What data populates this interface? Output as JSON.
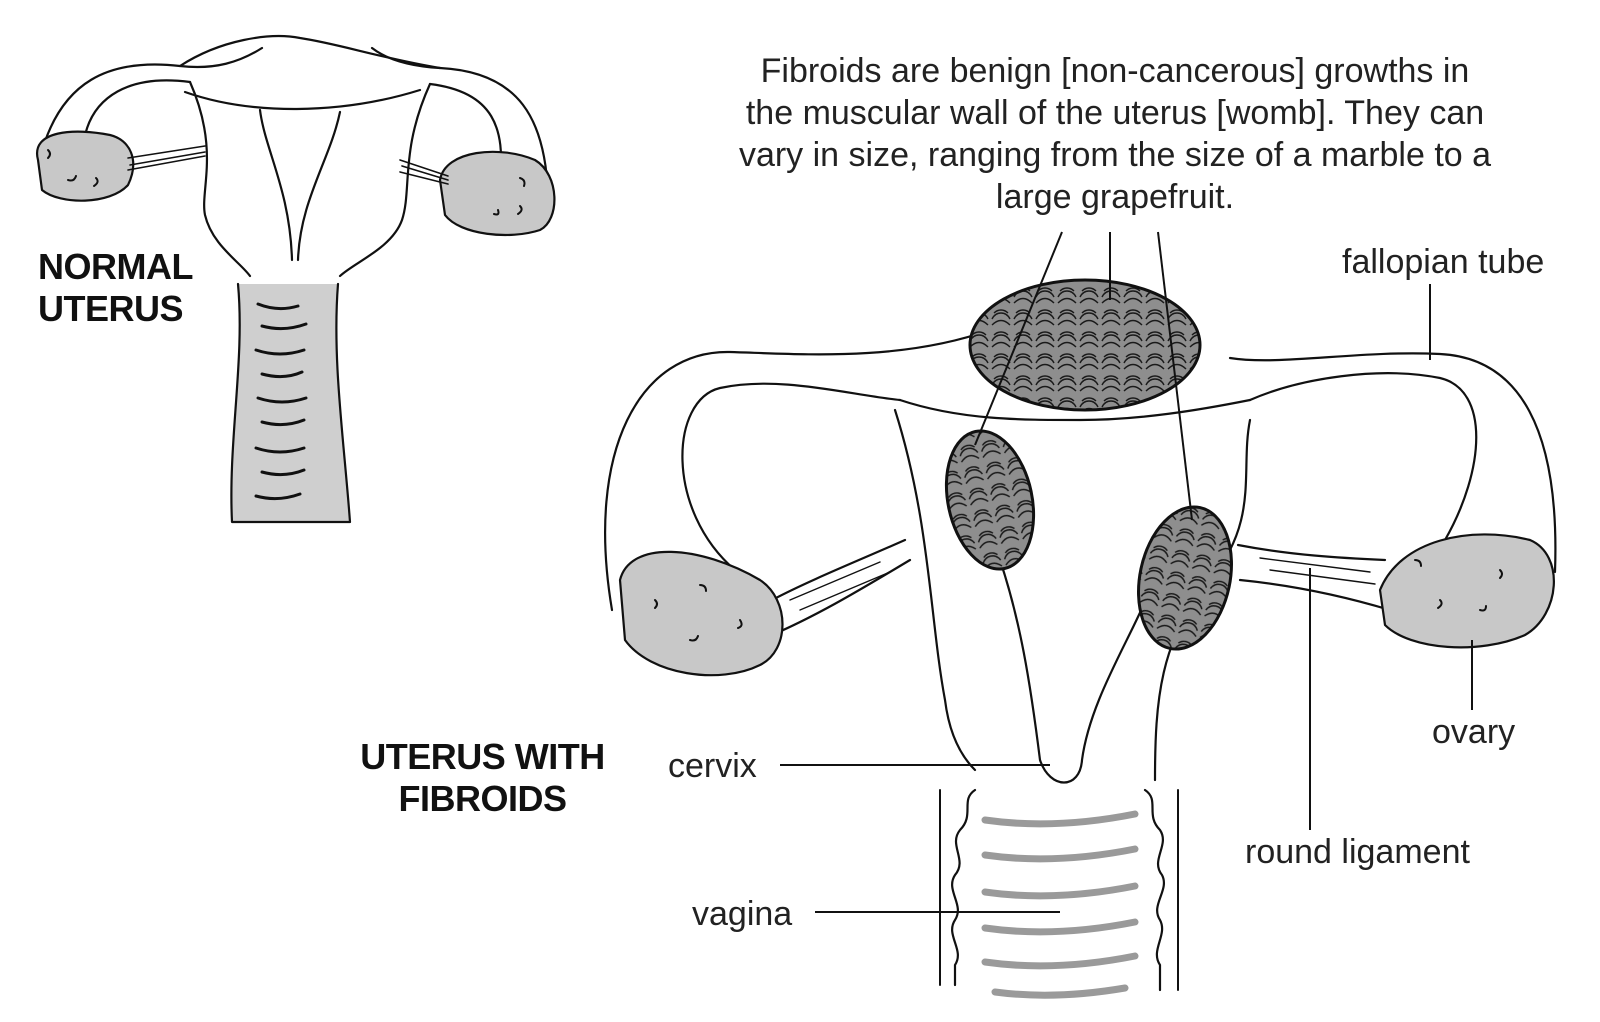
{
  "headings": {
    "normal_line1": "NORMAL",
    "normal_line2": "UTERUS",
    "fibroids_line1": "UTERUS WITH",
    "fibroids_line2": "FIBROIDS"
  },
  "caption": {
    "line1": "Fibroids are benign [non-cancerous] growths in",
    "line2": "the muscular wall of the uterus [womb]. They can",
    "line3": "vary in size, ranging from the size of a marble to a",
    "line4": "large grapefruit."
  },
  "labels": {
    "fallopian_tube": "fallopian tube",
    "ovary": "ovary",
    "round_ligament": "round ligament",
    "cervix": "cervix",
    "vagina": "vagina"
  },
  "colors": {
    "fill_gray": "#c8c8c8",
    "fibroid_gray": "#8a8a8a",
    "vagina_stripe": "#9a9a9a",
    "stroke": "#111111"
  }
}
